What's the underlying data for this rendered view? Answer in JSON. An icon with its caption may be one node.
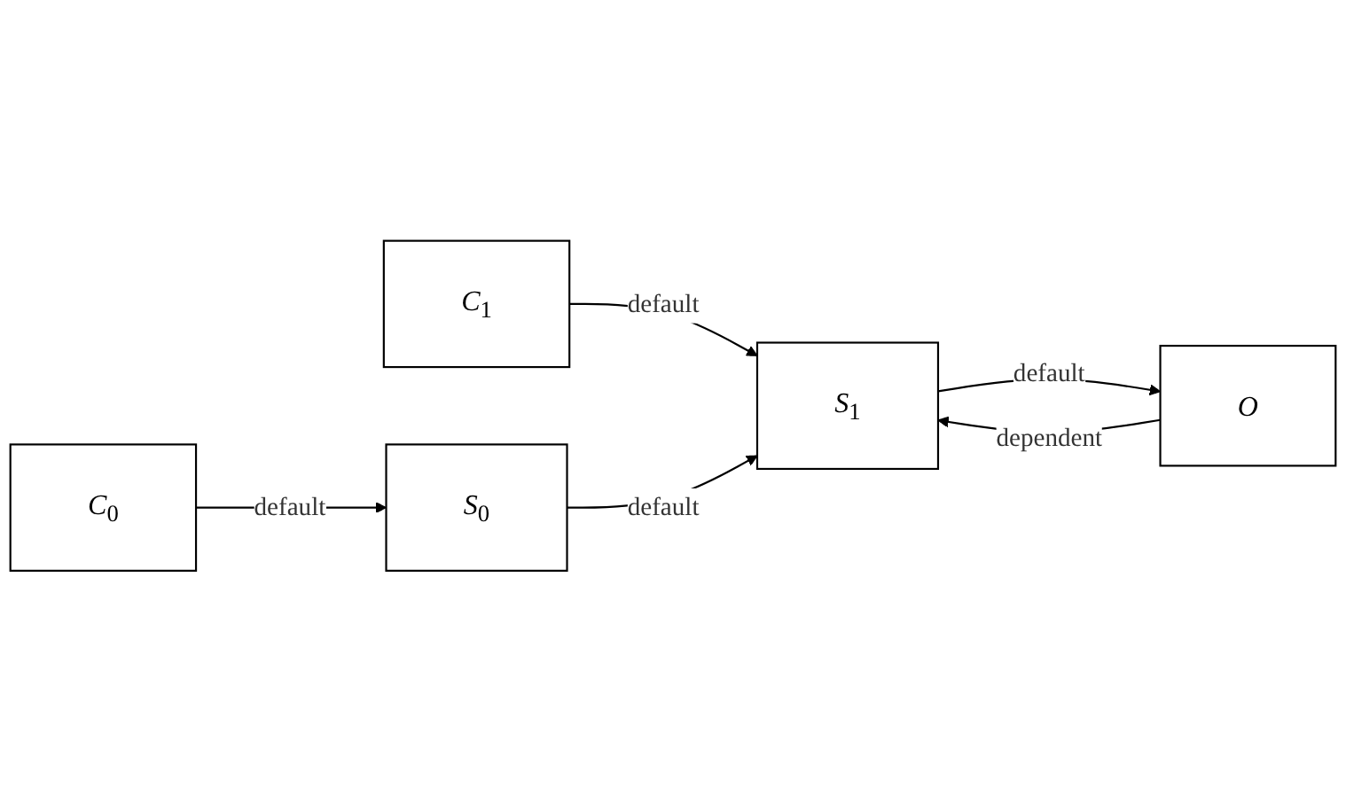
{
  "diagram": {
    "nodes": [
      {
        "text": [
          "*C*$_{1}$"
        ]
      },
      {
        "text": [
          "*C*$_{0}$"
        ]
      },
      {
        "text": [
          "*S*$_{0}$"
        ]
      },
      {
        "text": [
          "*S*$_{1}$"
        ]
      },
      {
        "text": [
          "*O*"
        ]
      }
    ],
    "edges": [
      {
        "from": 0,
        "to": 3,
        "arrow": "to",
        "label": "default"
      },
      {
        "from": 1,
        "to": 2,
        "arrow": "to",
        "label": "default"
      },
      {
        "from": 2,
        "to": 3,
        "arrow": "to",
        "label": "default"
      },
      {
        "from": 4,
        "to": 3,
        "arrow": "to",
        "label": "dependent"
      },
      {
        "from": 3,
        "to": 4,
        "arrow": "to",
        "label": "default"
      }
    ]
  }
}
